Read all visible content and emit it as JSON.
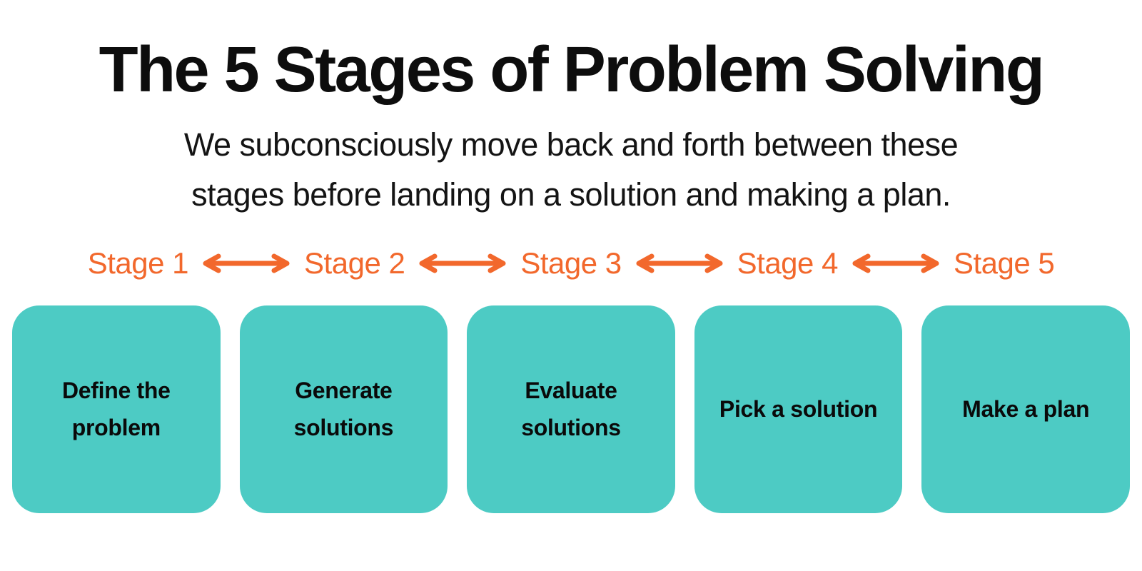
{
  "title": "The 5 Stages of Problem Solving",
  "subtitle": {
    "line1": "We subconsciously move back and forth between these",
    "line2": "stages before landing on a solution and making a plan."
  },
  "stages": [
    {
      "label": "Stage 1",
      "box": "Define the problem"
    },
    {
      "label": "Stage 2",
      "box": "Generate solutions"
    },
    {
      "label": "Stage 3",
      "box": "Evaluate solutions"
    },
    {
      "label": "Stage 4",
      "box": "Pick a solution"
    },
    {
      "label": "Stage 5",
      "box": "Make a plan"
    }
  ],
  "icons": {
    "arrow": "double-headed-arrow"
  },
  "colors": {
    "teal": "#4DCBC4",
    "orange": "#F2682C",
    "title_text": "#0d0d0d",
    "background": "#FFFFFF"
  }
}
